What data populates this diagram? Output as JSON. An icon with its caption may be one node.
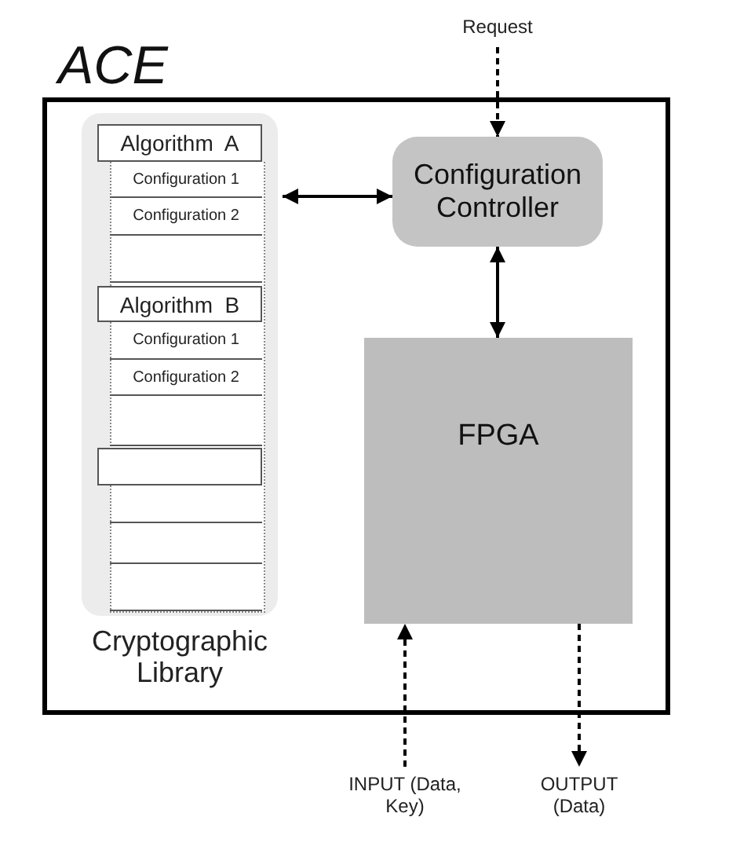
{
  "diagram": {
    "nodes": [
      {
        "text": [
          "ACE"
        ]
      },
      {
        "text": [
          "Cryptographic Library"
        ],
        "in": 0
      },
      {
        "text": [
          "Algorithm  A"
        ],
        "in": 1
      },
      {
        "text": [
          "Configuration 1"
        ],
        "in": 1
      },
      {
        "text": [
          "Configuration 2"
        ],
        "in": 1
      },
      {
        "text": [],
        "shape": "box",
        "in": 1
      },
      {
        "text": [
          "Algorithm  B"
        ],
        "in": 1
      },
      {
        "text": [
          "Configuration 1"
        ],
        "in": 1
      },
      {
        "text": [
          "Configuration 2"
        ],
        "in": 1
      },
      {
        "text": [],
        "shape": "box",
        "in": 1
      },
      {
        "text": [],
        "shape": "box",
        "in": 1
      },
      {
        "text": [],
        "shape": "box",
        "in": 1
      },
      {
        "text": [],
        "shape": "box",
        "in": 1
      },
      {
        "text": [],
        "shape": "box",
        "in": 1
      },
      {
        "text": [
          "Configuration Controller"
        ],
        "in": 0
      },
      {
        "text": [
          "FPGA"
        ],
        "in": 0
      },
      {
        "text": [
          "Request"
        ]
      },
      {
        "text": [
          "INPUT (Data, Key)"
        ]
      },
      {
        "text": [
          "OUTPUT (Data)"
        ]
      }
    ],
    "edges": [
      {
        "from": 16,
        "to": 14,
        "arrow": "to",
        "style": "dashed"
      },
      {
        "from": 1,
        "to": 14,
        "arrow": "both"
      },
      {
        "from": 14,
        "to": 15,
        "arrow": "both"
      },
      {
        "from": 17,
        "to": 15,
        "arrow": "to",
        "style": "dashed"
      },
      {
        "from": 15,
        "to": 18,
        "arrow": "to",
        "style": "dashed"
      }
    ]
  }
}
